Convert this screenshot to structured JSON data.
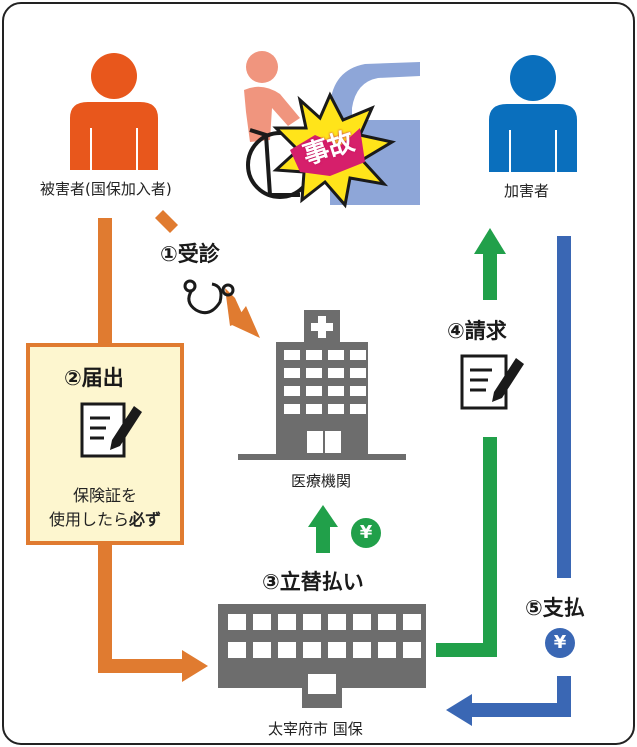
{
  "actors": {
    "victim_label": "被害者(国保加入者)",
    "perpetrator_label": "加害者",
    "hospital_label": "医療機関",
    "city_label": "太宰府市 国保"
  },
  "accident_label": "事故",
  "steps": {
    "step1": "①受診",
    "step2": "②届出",
    "step3": "③立替払い",
    "step4": "④請求",
    "step5": "⑤支払"
  },
  "notice": {
    "line1": "保険証を",
    "line2_prefix": "使用したら",
    "line2_bold": "必ず"
  },
  "yen_symbol": "¥",
  "colors": {
    "victim": "#e8571c",
    "perpetrator": "#0a6fbd",
    "orange_arrow": "#e07b30",
    "green_arrow": "#21a04a",
    "blue_arrow": "#3a67b4",
    "building": "#6d6d6d",
    "notice_bg": "#fdf6cf",
    "notice_border": "#e07b30",
    "accident_burst": "#ffe41a",
    "accident_text_bg": "#d61f6b",
    "car": "#8ea6d8"
  }
}
